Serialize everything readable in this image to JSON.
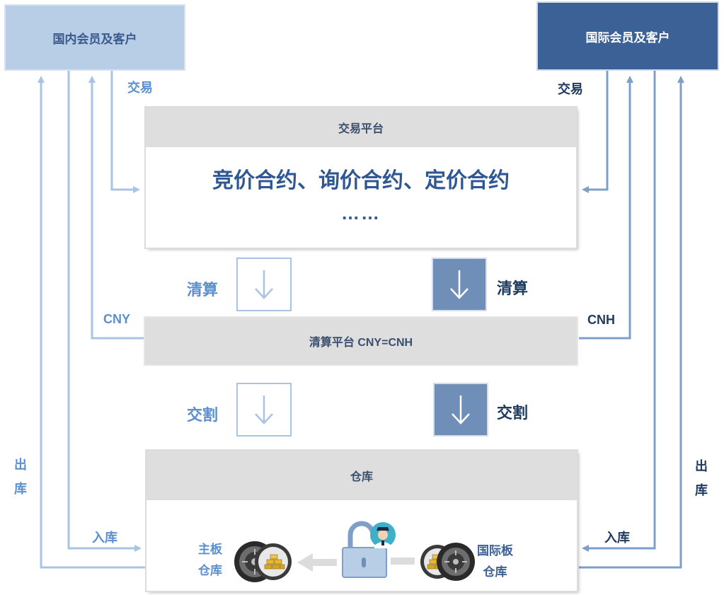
{
  "domestic": {
    "title": "国内会员及客户"
  },
  "international": {
    "title": "国际会员及客户"
  },
  "flows": {
    "trade_left": "交易",
    "trade_right": "交易",
    "cny": "CNY",
    "cnh": "CNH",
    "in_left": "入库",
    "in_right": "入库",
    "out_left": [
      "出",
      "库"
    ],
    "out_right": [
      "出",
      "库"
    ]
  },
  "trading_platform": {
    "title": "交易平台",
    "contracts": "竞价合约、询价合约、定价合约",
    "ellipsis": "……"
  },
  "clearing": {
    "left_label": "清算",
    "right_label": "清算",
    "platform_title": "清算平台 CNY=CNH"
  },
  "delivery": {
    "left_label": "交割",
    "right_label": "交割"
  },
  "warehouse": {
    "title": "仓库",
    "main_board": [
      "主板",
      "仓库"
    ],
    "intl_board": [
      "国际板",
      "仓库"
    ]
  },
  "colors": {
    "light_blue": "#b8cde6",
    "dark_blue": "#3c6196",
    "line_light": "#a9c3e2",
    "line_dark": "#7f9fcb"
  },
  "icons": [
    "down-arrow-icon",
    "vault-door-icon",
    "gold-bars-icon",
    "padlock-icon",
    "guard-avatar-icon",
    "left-arrow-icon"
  ]
}
